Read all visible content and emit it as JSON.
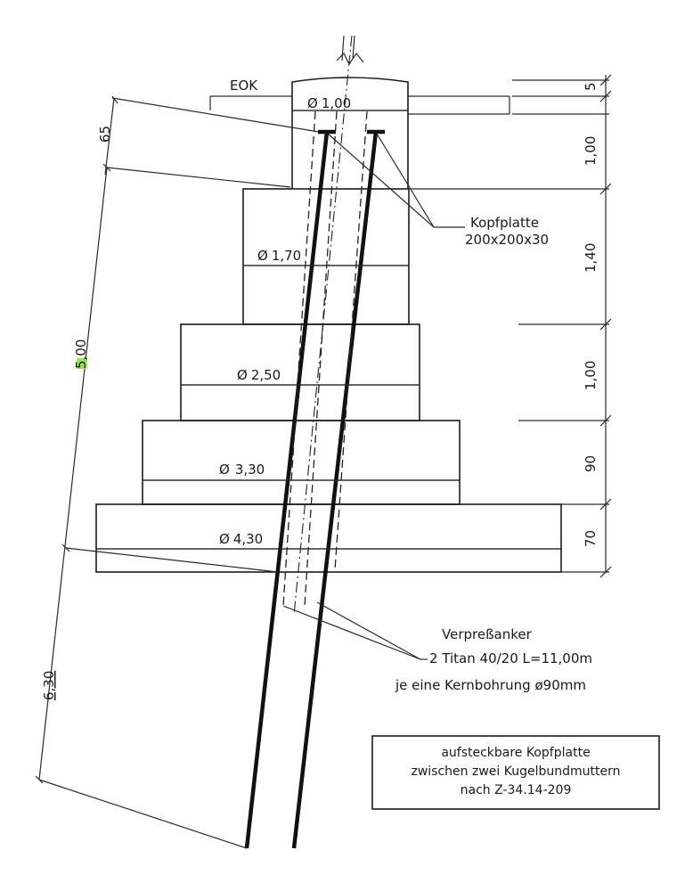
{
  "labels": {
    "eok": "EOK",
    "kopfplatte_title": "Kopfplatte",
    "kopfplatte_size": "200x200x30",
    "anker_title": "Verpreßanker",
    "anker_spec": "2 Titan 40/20 L=11,00m",
    "anker_bohrung": "je eine Kernbohrung ø90mm",
    "note_line1": "aufsteckbare Kopfplatte",
    "note_line2": "zwischen zwei Kugelbundmuttern",
    "note_line3": "nach Z-34.14-209"
  },
  "diameters": {
    "d1": "1,00",
    "d2": "1,70",
    "d3": "2,50",
    "d4": "3,30",
    "d5": "4,30"
  },
  "right_dimensions": {
    "top": "5",
    "h1": "1,00",
    "h2": "1,40",
    "h3": "1,00",
    "h4": "90",
    "h5": "70"
  },
  "left_dimensions": {
    "offset": "65",
    "length_upper": "5,00",
    "length_lower": "6,30"
  },
  "symbols": {
    "diameter": "Ø"
  }
}
